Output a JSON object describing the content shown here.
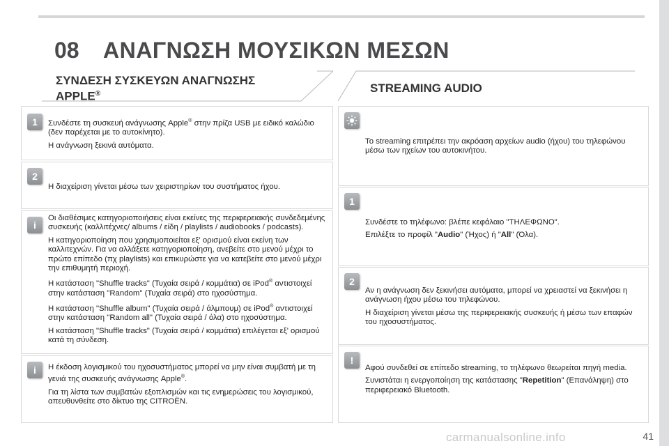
{
  "header": {
    "chapter_number": "08",
    "chapter_title": "ΑΝΑΓΝΩΣΗ ΜΟΥΣΙΚΩΝ ΜΕΣΩΝ"
  },
  "left_section": {
    "title_line1": "ΣΥΝΔΕΣΗ ΣΥΣΚΕΥΩΝ ΑΝΑΓΝΩΣΗΣ",
    "title_line2": "APPLE",
    "title_reg": "®",
    "box1": {
      "badge": "1",
      "p1a": "Συνδέστε τη συσκευή ανάγνωσης Apple",
      "p1reg": "®",
      "p1b": " στην πρίζα USB με ειδικό καλώδιο (δεν παρέχεται με το αυτοκίνητο).",
      "p2": "Η ανάγνωση ξεκινά αυτόματα."
    },
    "box2": {
      "badge": "2",
      "p1": "Η διαχείριση γίνεται μέσω των χειριστηρίων του συστήματος ήχου."
    },
    "box3": {
      "badge": "i",
      "p1": "Οι διαθέσιμες κατηγοριοποιήσεις είναι εκείνες της περιφερειακής συνδεδεμένης συσκευής (καλλιτέχνες/ albums / είδη / playlists / audiobooks / podcasts).",
      "p2": "Η κατηγοριοποίηση που χρησιμοποιείται εξ' ορισμού είναι εκείνη των καλλιτεχνών. Για να αλλάξετε κατηγοριοποίηση, ανεβείτε στο μενού μέχρι το πρώτο επίπεδο (πχ playlists) και επικυρώστε για να κατεβείτε στο μενού μέχρι την επιθυμητή περιοχή.",
      "p3a": "Η κατάσταση \"Shuffle tracks\" (Τυχαία σειρά / κομμάτια) σε iPod",
      "p3reg": "®",
      "p3b": " αντιστοιχεί στην κατάσταση \"Random\" (Τυχαία σειρά) στο ηχοσύστημα.",
      "p4a": "Η κατάσταση \"Shuffle album\" (Τυχαία σειρά / άλμπουμ) σε iPod",
      "p4reg": "®",
      "p4b": " αντιστοιχεί στην κατάσταση \"Random all\" (Τυχαία σειρά / όλα) στο ηχοσύστημα.",
      "p5": "Η κατάσταση \"Shuffle tracks\" (Τυχαία σειρά / κομμάτια) επιλέγεται εξ' ορισμού κατά τη σύνδεση."
    },
    "box4": {
      "badge": "i",
      "p1a": "Η έκδοση λογισμικού του ηχοσυστήματος μπορεί να μην είναι συμβατή με τη γενιά της συσκευής ανάγνωσης Apple",
      "p1reg": "®",
      "p1b": ".",
      "p2": "Για τη λίστα των συμβατών εξοπλισμών και τις ενημερώσεις του λογισμικού, απευθυνθείτε στο δίκτυο της CITROËN."
    }
  },
  "right_section": {
    "title": "STREAMING AUDIO",
    "box1": {
      "icon": "lightbulb-icon",
      "p1": "Το streaming επιτρέπει την ακρόαση αρχείων audio (ήχου) του τηλεφώνου μέσω των ηχείων του αυτοκινήτου."
    },
    "box2": {
      "badge": "1",
      "p1": "Συνδέστε το τηλέφωνο: βλέπε κεφάλαιο \"ΤΗΛΕΦΩΝΟ\".",
      "p2a": "Επιλέξτε το προφίλ \"",
      "p2b1": "Audio",
      "p2c": "\" (Ήχος) ή \"",
      "p2b2": "All",
      "p2d": "\" (Όλα)."
    },
    "box3": {
      "badge": "2",
      "p1": "Αν η ανάγνωση δεν ξεκινήσει αυτόματα, μπορεί να χρειαστεί να ξεκινήσει η ανάγνωση ήχου μέσω του τηλεφώνου.",
      "p2": "Η διαχείριση γίνεται μέσω της περιφερειακής συσκευής ή μέσω των επαφών του ηχοσυστήματος."
    },
    "box4": {
      "badge": "!",
      "p1": "Αφού συνδεθεί σε επίπεδο streaming, το τηλέφωνο θεωρείται πηγή media.",
      "p2a": "Συνιστάται η ενεργοποίηση της κατάστασης \"",
      "p2b": "Repetition",
      "p2c": "\" (Επανάληψη) στο περιφερειακό Bluetooth."
    }
  },
  "footer": {
    "page_number": "41",
    "watermark": "carmanualsonline.info"
  }
}
